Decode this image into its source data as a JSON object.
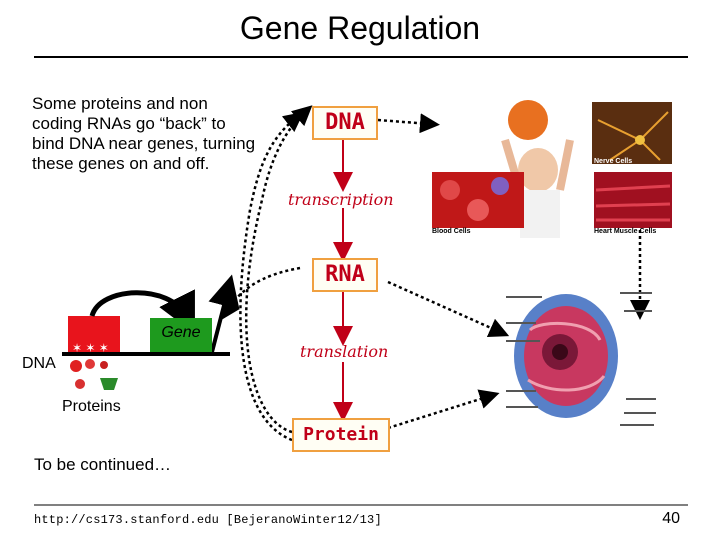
{
  "slide": {
    "title": "Gene Regulation",
    "intro": "Some proteins and non coding RNAs go “back” to bind DNA near genes, turning these genes on and off.",
    "dna_label": "DNA",
    "gene_label": "Gene",
    "proteins_label": "Proteins",
    "continued": "To be continued…",
    "footer_url": "http://cs173.stanford.edu [BejeranoWinter12/13]",
    "page_number": "40"
  },
  "flow": {
    "dna": "DNA",
    "transcription": "transcription",
    "rna": "RNA",
    "translation": "translation",
    "protein": "Protein"
  },
  "photos": {
    "nerve_cells": "Nerve Cells",
    "blood_cells": "Blood Cells",
    "heart_muscle_cells": "Heart Muscle Cells"
  }
}
